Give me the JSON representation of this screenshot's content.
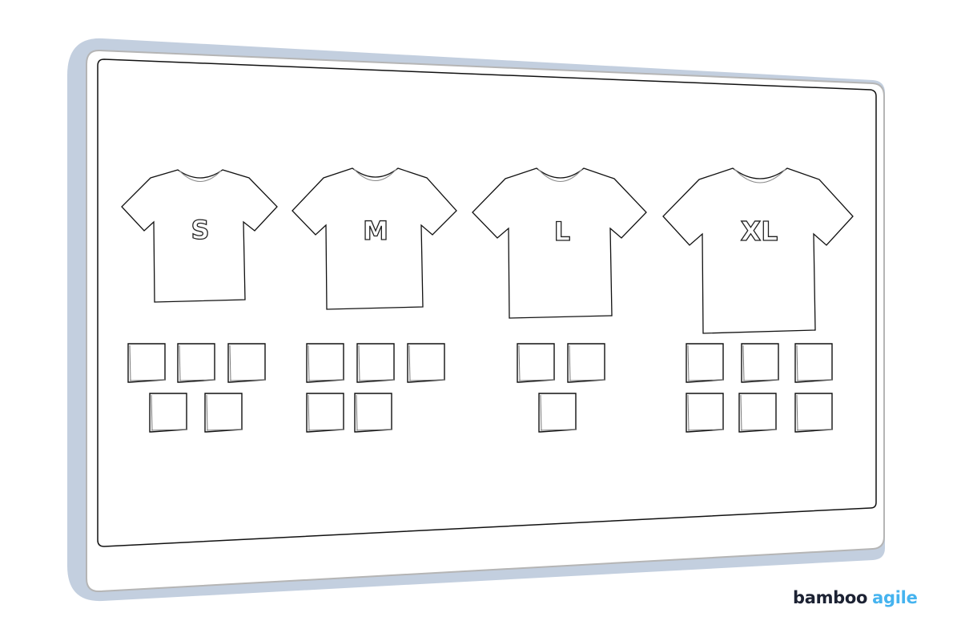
{
  "board": {
    "frame_accent_color": "#c3cfdf",
    "frame_outline_color": "#b5b5b5",
    "board_outline_color": "#111111"
  },
  "shirts": [
    {
      "label": "S",
      "sticky_notes": 5
    },
    {
      "label": "M",
      "sticky_notes": 5
    },
    {
      "label": "L",
      "sticky_notes": 3
    },
    {
      "label": "XL",
      "sticky_notes": 6
    }
  ],
  "logo": {
    "word1": "bamboo",
    "word2": "agile",
    "word1_color": "#1c2233",
    "word2_color": "#45b3ef"
  }
}
